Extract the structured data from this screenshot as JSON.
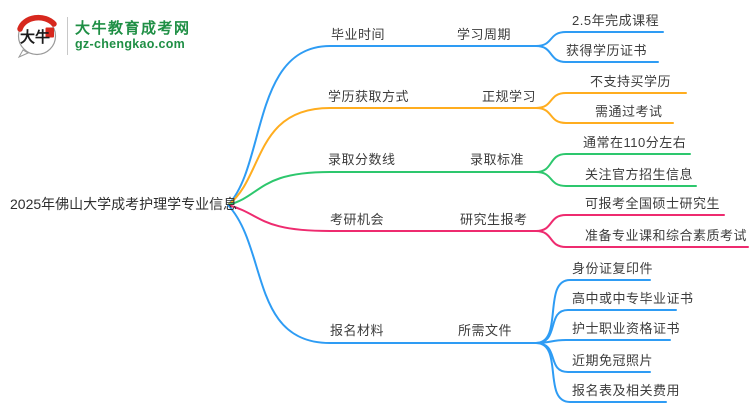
{
  "logo": {
    "icon_text": "大牛",
    "site_name": "大牛教育成考网",
    "site_url": "gz-chengkao.com",
    "brand_green": "#1f8f45",
    "brand_red": "#d7281e"
  },
  "mindmap": {
    "root": {
      "label": "2025年佛山大学成考护理学专业信息"
    },
    "branches": [
      {
        "label": "毕业时间",
        "sublabel": "学习周期",
        "color": "#2e9cf4",
        "leaves": [
          "2.5年完成课程",
          "获得学历证书"
        ]
      },
      {
        "label": "学历获取方式",
        "sublabel": "正规学习",
        "color": "#ffad1f",
        "leaves": [
          "不支持买学历",
          "需通过考试"
        ]
      },
      {
        "label": "录取分数线",
        "sublabel": "录取标准",
        "color": "#2dc76d",
        "leaves": [
          "通常在110分左右",
          "关注官方招生信息"
        ]
      },
      {
        "label": "考研机会",
        "sublabel": "研究生报考",
        "color": "#ee2b6f",
        "leaves": [
          "可报考全国硕士研究生",
          "准备专业课和综合素质考试"
        ]
      },
      {
        "label": "报名材料",
        "sublabel": "所需文件",
        "color": "#2e9cf4",
        "leaves": [
          "身份证复印件",
          "高中或中专毕业证书",
          "护士职业资格证书",
          "近期免冠照片",
          "报名表及相关费用"
        ]
      }
    ]
  }
}
